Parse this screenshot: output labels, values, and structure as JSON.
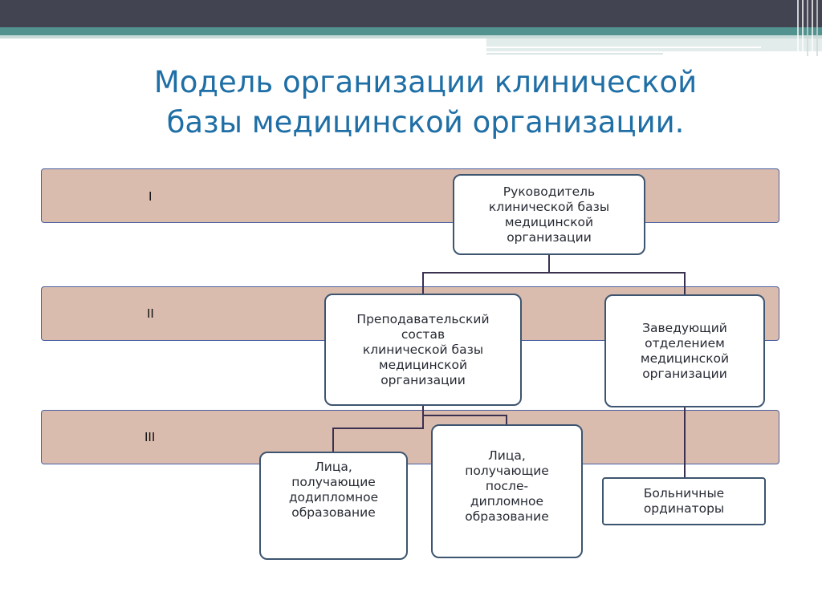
{
  "title": {
    "line1": "Модель организации клинической",
    "line2": "базы медицинской организации."
  },
  "levels": [
    "I",
    "II",
    "III"
  ],
  "nodes": {
    "head": [
      "Руководитель",
      "клинической базы",
      "медицинской",
      "организации"
    ],
    "teaching_staff": [
      "Преподавательский",
      "состав",
      "клинической базы",
      "медицинской",
      "организации"
    ],
    "department_head": [
      "Заведующий",
      "отделением",
      "медицинской",
      "организации"
    ],
    "undergrad": [
      "Лица,",
      "получающие",
      "додипломное",
      "образование"
    ],
    "postgrad": [
      "Лица,",
      "получающие",
      "после-",
      "дипломное",
      "образование"
    ],
    "residents": [
      "Больничные",
      "ординаторы"
    ]
  },
  "colors": {
    "band": "#d9bcae",
    "title": "#1f6fa6",
    "node_border": "#3d5570",
    "connector": "#3a3050",
    "topbar": "#424452",
    "accent_stripe": "#52928f"
  }
}
